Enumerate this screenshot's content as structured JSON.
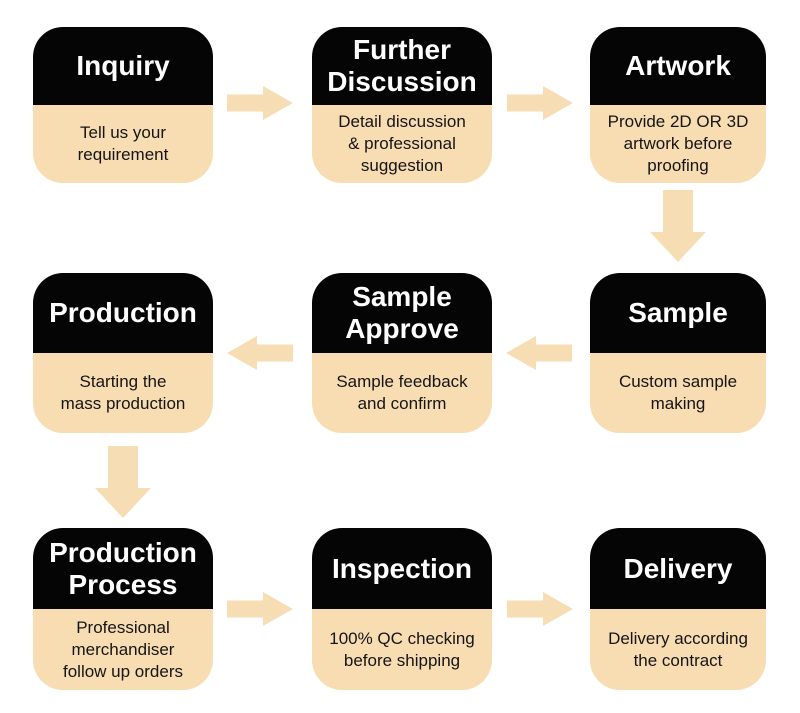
{
  "diagram": {
    "type": "process-flow",
    "colors": {
      "card_top_bg": "#050505",
      "card_bottom_bg": "#f8dcb2",
      "arrow_fill": "#f7ddb3",
      "title_color": "#ffffff",
      "description_color": "#151515"
    },
    "steps": [
      {
        "id": "inquiry",
        "title": "Inquiry",
        "description": "Tell us your\nrequirement"
      },
      {
        "id": "further-discussion",
        "title": "Further\nDiscussion",
        "description": "Detail discussion\n& professional\nsuggestion"
      },
      {
        "id": "artwork",
        "title": "Artwork",
        "description": "Provide 2D OR 3D\nartwork before\nproofing"
      },
      {
        "id": "sample",
        "title": "Sample",
        "description": "Custom sample\nmaking"
      },
      {
        "id": "sample-approve",
        "title": "Sample\nApprove",
        "description": "Sample feedback\nand confirm"
      },
      {
        "id": "production",
        "title": "Production",
        "description": "Starting the\nmass production"
      },
      {
        "id": "production-process",
        "title": "Production\nProcess",
        "description": "Professional\nmerchandiser\nfollow up orders"
      },
      {
        "id": "inspection",
        "title": "Inspection",
        "description": "100% QC checking\nbefore shipping"
      },
      {
        "id": "delivery",
        "title": "Delivery",
        "description": "Delivery according\nthe contract"
      }
    ],
    "flow": [
      {
        "from": "inquiry",
        "to": "further-discussion",
        "direction": "right"
      },
      {
        "from": "further-discussion",
        "to": "artwork",
        "direction": "right"
      },
      {
        "from": "artwork",
        "to": "sample",
        "direction": "down"
      },
      {
        "from": "sample",
        "to": "sample-approve",
        "direction": "left"
      },
      {
        "from": "sample-approve",
        "to": "production",
        "direction": "left"
      },
      {
        "from": "production",
        "to": "production-process",
        "direction": "down"
      },
      {
        "from": "production-process",
        "to": "inspection",
        "direction": "right"
      },
      {
        "from": "inspection",
        "to": "delivery",
        "direction": "right"
      }
    ]
  }
}
